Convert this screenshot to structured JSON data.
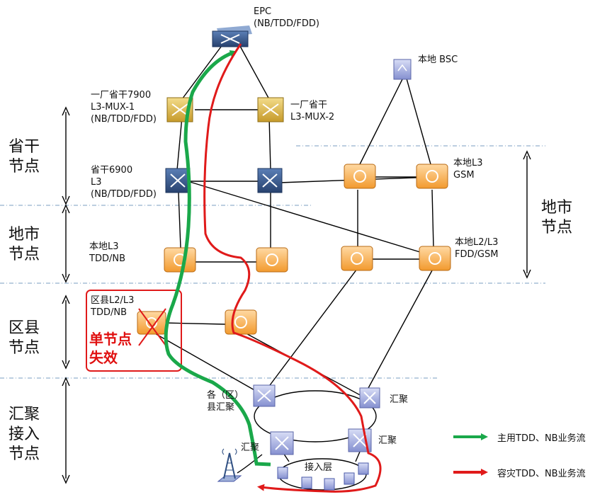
{
  "nodes": {
    "epc": "EPC\n(NB/TDD/FDD)",
    "mux1": "一厂省干7900\nL3-MUX-1\n(NB/TDD/FDD)",
    "mux2": "一厂省干\nL3-MUX-2",
    "prov6900": "省干6900\nL3\n(NB/TDD/FDD)",
    "bsc": "本地 BSC",
    "l3gsm": "本地L3\nGSM",
    "l3tddnb": "本地L3\nTDD/NB",
    "l2l3fddgsm": "本地L2/L3\nFDD/GSM",
    "county": "区县L2/L3\nTDD/NB",
    "agg_county": "各（区）\n县汇聚",
    "agg_right1": "汇聚",
    "agg_left2": "汇聚",
    "agg_right2": "汇聚",
    "access": "接入层"
  },
  "layers": {
    "province": "省干\n节点",
    "city": "地市\n节点",
    "county": "区县\n节点",
    "access": "汇聚\n接入\n节点",
    "city_right": "地市\n节点"
  },
  "failure": "单节点\n失效",
  "legend": {
    "primary": "主用TDD、NB业务流",
    "backup": "容灾TDD、NB业务流"
  },
  "colors": {
    "primary": "#1aa84a",
    "backup": "#e01a1a",
    "core_switch": "#2f4f82",
    "mux": "#c9a437",
    "router": "#f0a13a",
    "agg": "#8d9ad8",
    "divider": "#7a9cc0"
  }
}
